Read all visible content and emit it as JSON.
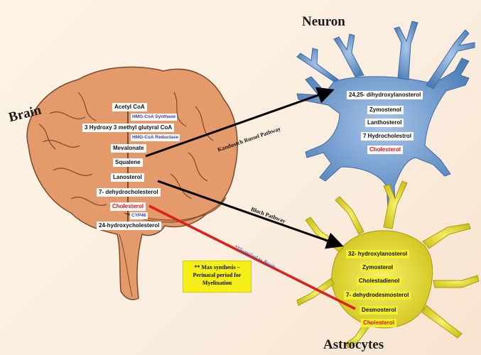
{
  "titles": {
    "brain": "Brain",
    "neuron": "Neuron",
    "astrocytes": "Astrocytes"
  },
  "brain_pathway": {
    "acetyl_coa": "Acetyl CoA",
    "enzyme_synthase": "HMG-CoA Synthase",
    "hmg_coa": "3 Hydroxy 3 methyl glutyral CoA",
    "enzyme_reductase": "HMG-CoA Reductase",
    "mevalonate": "Mevalonate",
    "squalene": "Squalene",
    "lanosterol": "Lanosterol",
    "dehydrocholesterol": "7- dehydrocholesterol",
    "cholesterol": "Cholesterol",
    "enzyme_cyp46": "CYP46",
    "hydroxycholesterol": "24-hydroxycholesterol"
  },
  "neuron_pathway": {
    "dihydroxylanosterol": "24,25- dihydroxylanosterol",
    "zymostenol": "Zymostenol",
    "lanthosterol": "Lanthosterol",
    "hydrocholestrol": "7 Hydrocholestrol",
    "cholesterol": "Cholesterol"
  },
  "astrocyte_pathway": {
    "hydroxylanosterol": "32- hydroxylanosterol",
    "zymosterol": "Zymosterol",
    "cholestadienol": "Cholestadienol",
    "dehydrodesmosterol": "7- dehydrodesmosterol",
    "desmosterol": "Desmosterol",
    "cholesterol": "Cholesterol"
  },
  "arrows": {
    "kandutsch": "Kandustch Russel Pathway",
    "bloch": "Bloch Pathway",
    "supplied": "**Supplied to Brain"
  },
  "note": {
    "line1": "** Max synthesis –",
    "line2": "Perinatal period for",
    "line3": "Myelination"
  },
  "colors": {
    "brain": "#e49a6a",
    "neuron": "#6f9ccf",
    "astrocyte": "#e7e036",
    "arrow_red": "#d9241c"
  }
}
